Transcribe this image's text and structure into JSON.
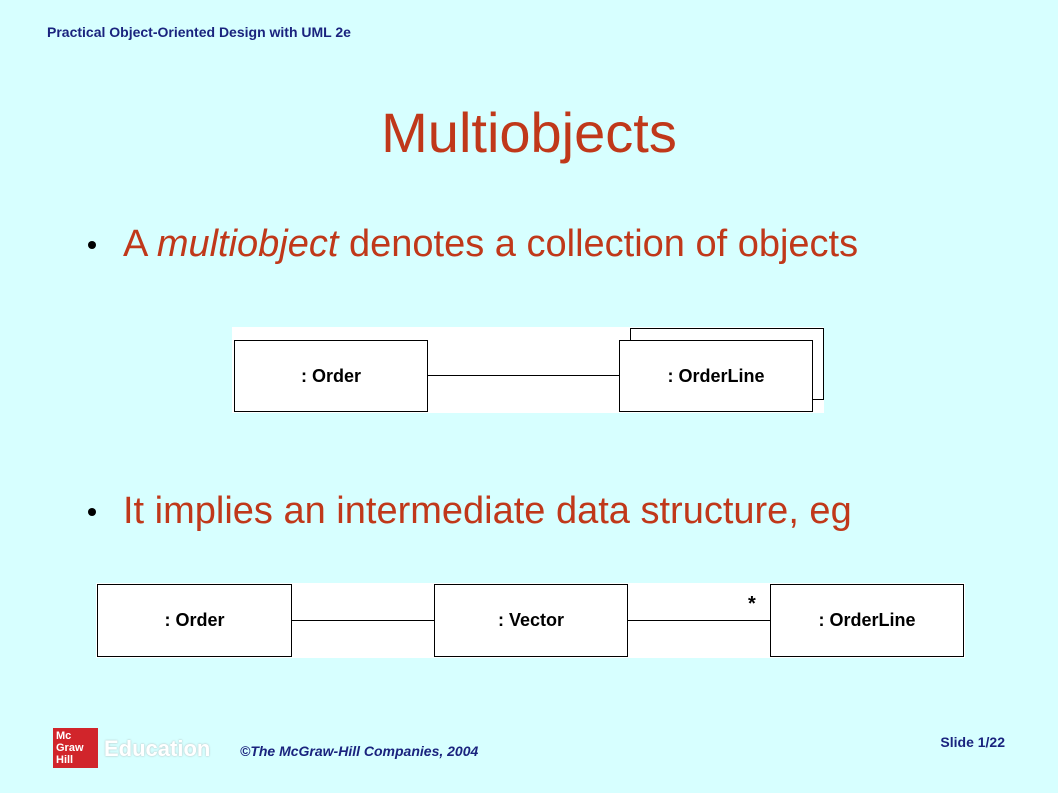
{
  "header": {
    "course_title": "Practical Object-Oriented Design with UML 2e"
  },
  "slide": {
    "title": "Multiobjects",
    "bullets": [
      {
        "prefix": "A ",
        "emphasis": "multiobject",
        "suffix": " denotes a collection of objects"
      },
      {
        "text": "It implies an intermediate data structure, eg"
      }
    ]
  },
  "diagram1": {
    "left_object": ": Order",
    "right_object": ": OrderLine"
  },
  "diagram2": {
    "left_object": ": Order",
    "middle_object": ": Vector",
    "right_object": ": OrderLine",
    "multiplicity": "*"
  },
  "footer": {
    "logo_lines": [
      "Mc",
      "Graw",
      "Hill"
    ],
    "logo_word": "Education",
    "copyright": "©The McGraw-Hill Companies, 2004",
    "slide_number": "Slide 1/22"
  },
  "colors": {
    "background": "#d7ffff",
    "title_text": "#c0381a",
    "header_text": "#1a237e",
    "logo_red": "#d1252b"
  }
}
